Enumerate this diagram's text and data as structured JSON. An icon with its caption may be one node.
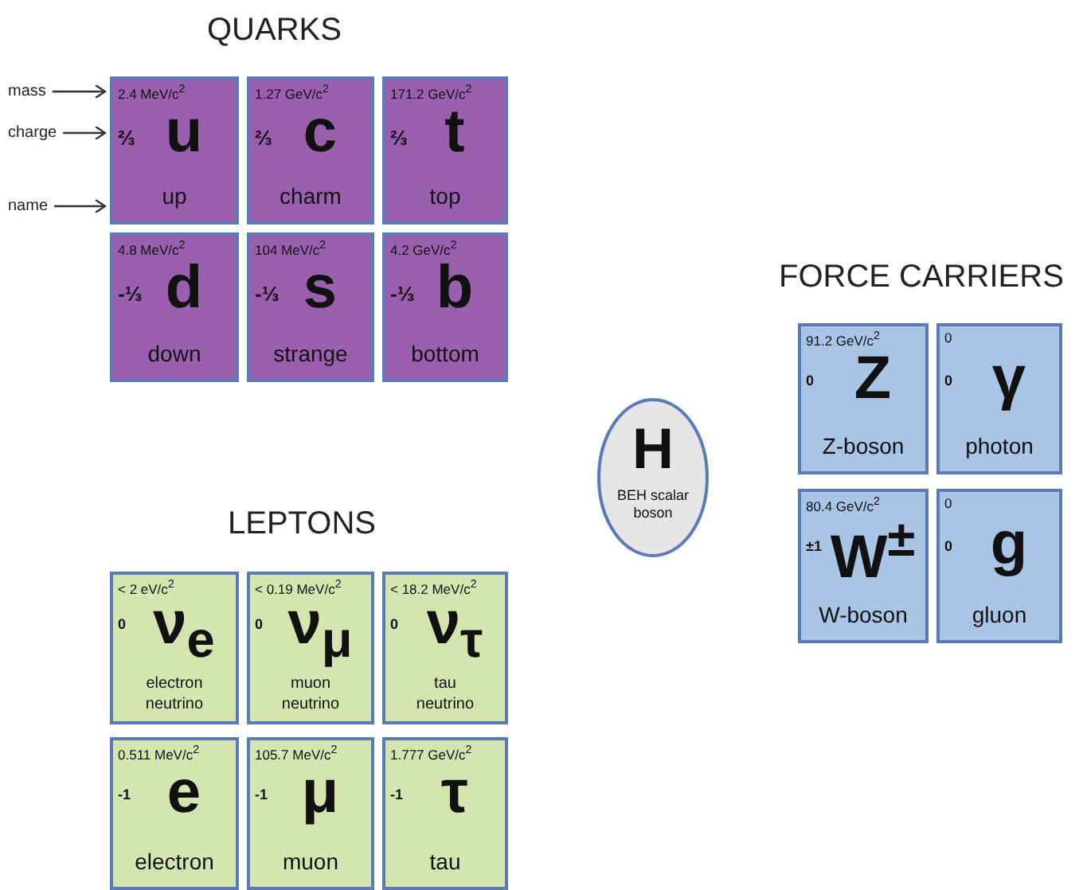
{
  "diagram": {
    "nodes": [
      {
        "text": [
          "mass"
        ]
      },
      {
        "text": [
          "charge"
        ]
      },
      {
        "text": [
          "name"
        ]
      },
      {
        "text": [
          "2.4 MeV/c$^{2}$",
          "⅔",
          "u",
          "up"
        ]
      },
      {
        "text": [
          "1.27 GeV/c$^{2}$",
          "⅔",
          "c",
          "charm"
        ]
      },
      {
        "text": [
          "171.2 GeV/c$^{2}$",
          "⅔",
          "t",
          "top"
        ]
      },
      {
        "text": [
          "4.8 MeV/c$^{2}$",
          "-⅓",
          "d",
          "down"
        ]
      },
      {
        "text": [
          "104 MeV/c$^{2}$",
          "-⅓",
          "s",
          "strange"
        ]
      },
      {
        "text": [
          "4.2 GeV/c$^{2}$",
          "-⅓",
          "b",
          "bottom"
        ]
      },
      {
        "text": [
          "91.2 GeV/c$^{2}$",
          "0",
          "Z",
          "Z-boson"
        ]
      },
      {
        "text": [
          "0",
          "0",
          "γ",
          "photon"
        ]
      },
      {
        "text": [
          "H",
          "BEH scalar boson"
        ]
      },
      {
        "text": [
          "80.4 GeV/c$^{2}$",
          "±1",
          "W$^{±}$",
          "W-boson"
        ]
      },
      {
        "text": [
          "0",
          "0",
          "g",
          "gluon"
        ]
      },
      {
        "text": [
          "< 2 eV/c$^{2}$",
          "0",
          "ν$_{e}$",
          "electron neutrino"
        ]
      },
      {
        "text": [
          "< 0.19 MeV/c$^{2}$",
          "0",
          "ν$_{μ}$",
          "muon neutrino"
        ]
      },
      {
        "text": [
          "< 18.2 MeV/c$^{2}$",
          "0",
          "ν$_{τ}$",
          "tau neutrino"
        ]
      },
      {
        "text": [
          "0.511 MeV/c$^{2}$",
          "-1",
          "e",
          "electron"
        ]
      },
      {
        "text": [
          "105.7 MeV/c$^{2}$",
          "-1",
          "μ",
          "muon"
        ]
      },
      {
        "text": [
          "1.777 GeV/c$^{2}$",
          "-1",
          "τ",
          "tau"
        ]
      }
    ],
    "edges": [
      {
        "from": 0,
        "to": 3,
        "arrow": "to"
      },
      {
        "from": 1,
        "to": 3,
        "arrow": "to"
      },
      {
        "from": 2,
        "to": 3,
        "arrow": "to"
      }
    ],
    "labels": [
      "QUARKS",
      "FORCE CARRIERS",
      "LEPTONS"
    ]
  }
}
